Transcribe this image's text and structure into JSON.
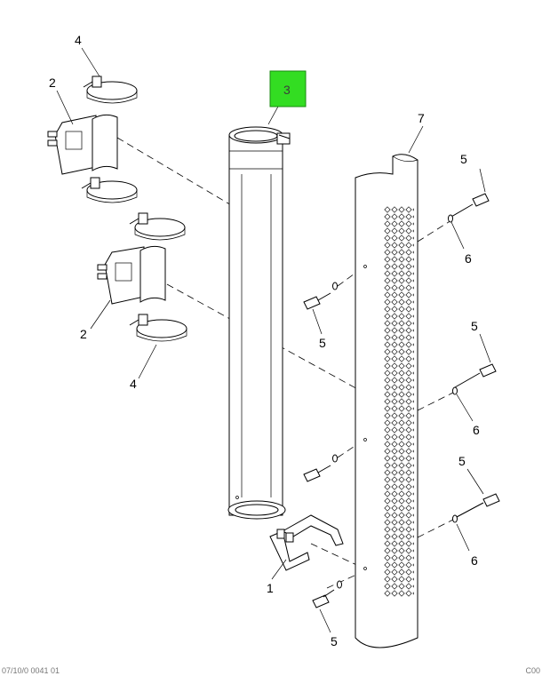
{
  "callouts": {
    "c1": "1",
    "c2a": "2",
    "c2b": "2",
    "c3": "3",
    "c4a": "4",
    "c4b": "4",
    "c5a": "5",
    "c5b": "5",
    "c5c": "5",
    "c5d": "5",
    "c5e": "5",
    "c6a": "6",
    "c6b": "6",
    "c6c": "6",
    "c7": "7"
  },
  "highlight": {
    "color": "#33dd22",
    "part": "3"
  },
  "footer": {
    "left": "07/10/0 0041 01",
    "right": "C00"
  }
}
